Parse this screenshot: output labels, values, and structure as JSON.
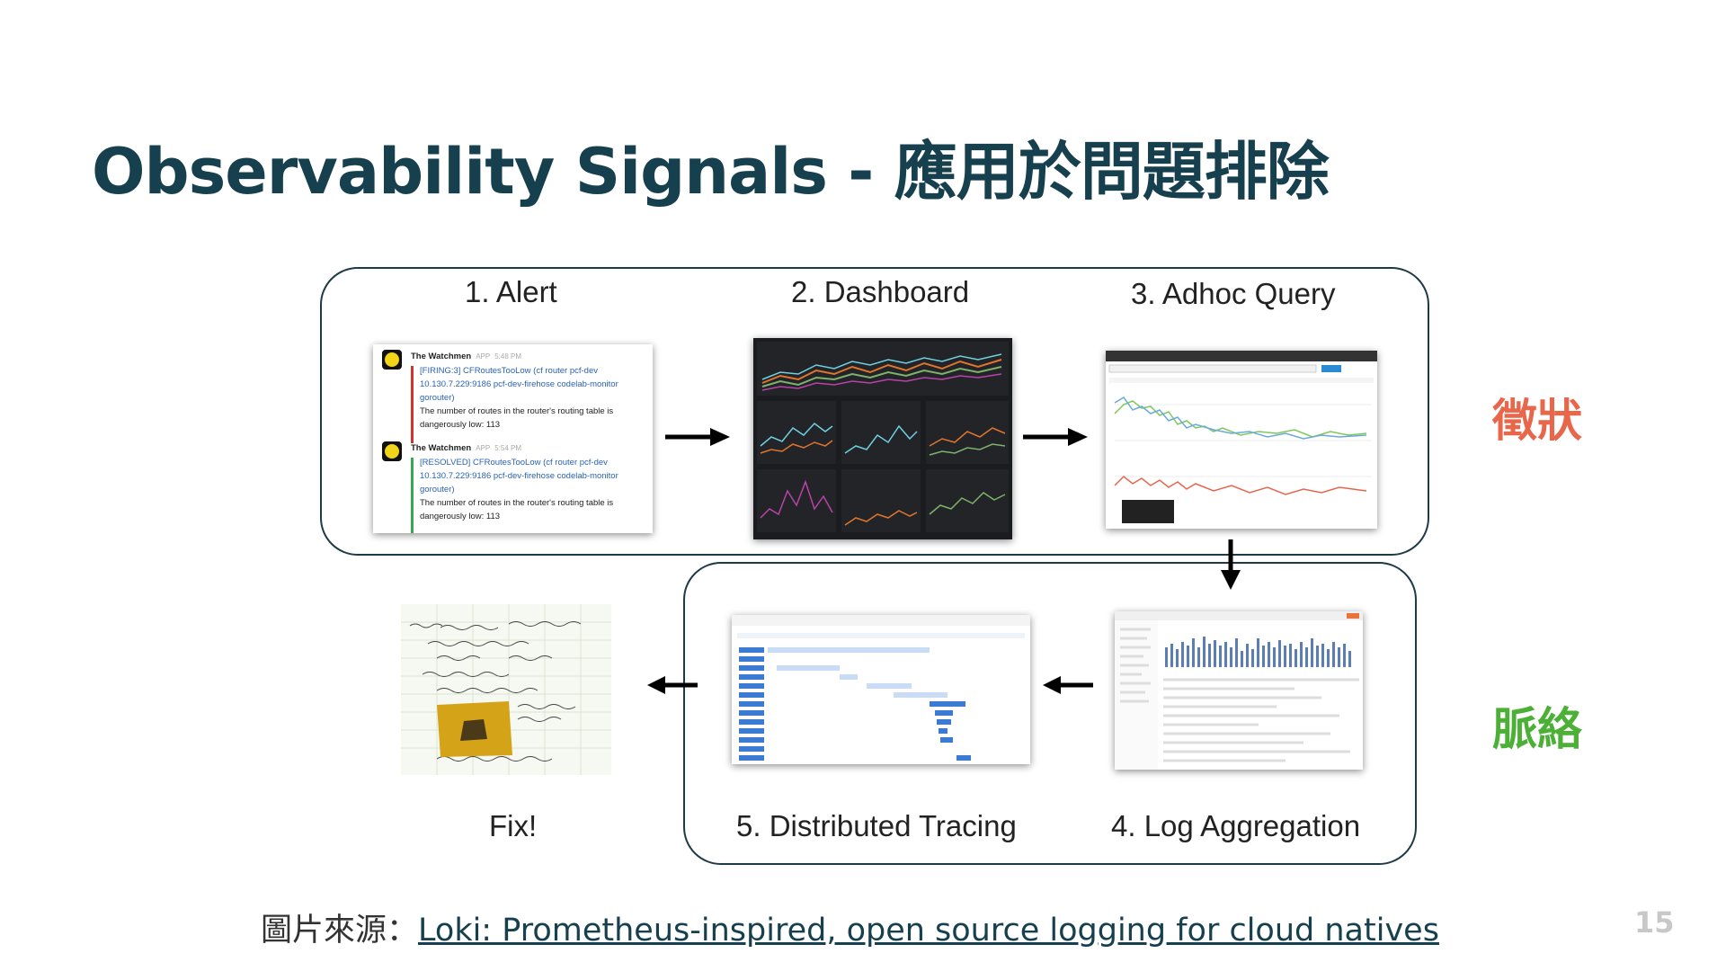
{
  "slide": {
    "title": "Observability Signals - 應用於問題排除",
    "page_number": "15"
  },
  "steps": {
    "alert": "1. Alert",
    "dashboard": "2. Dashboard",
    "adhoc_query": "3. Adhoc Query",
    "log_aggregation": "4. Log Aggregation",
    "distributed_tracing": "5. Distributed Tracing",
    "fix": "Fix!"
  },
  "side_labels": {
    "symptom": "徵狀",
    "symptom_color": "#e8674b",
    "context": "脈絡",
    "context_color": "#4caf36"
  },
  "alert_thumbnail": {
    "messages": [
      {
        "sender": "The Watchmen",
        "badge": "APP",
        "time": "5:48 PM",
        "status_color": "#d0342c",
        "link": "[FIRING:3] CFRoutesTooLow (cf router pcf-dev 10.130.7.229:9186 pcf-dev-firehose codelab-monitor gorouter)",
        "text": "The number of routes in the router's routing table is dangerously low: 113"
      },
      {
        "sender": "The Watchmen",
        "badge": "APP",
        "time": "5:54 PM",
        "status_color": "#35a852",
        "link": "[RESOLVED] CFRoutesTooLow (cf router pcf-dev 10.130.7.229:9186 pcf-dev-firehose codelab-monitor gorouter)",
        "text": "The number of routes in the router's routing table is dangerously low: 113"
      }
    ]
  },
  "source": {
    "prefix": "圖片來源：",
    "link_text": "Loki: Prometheus-inspired, open source logging for cloud natives"
  }
}
